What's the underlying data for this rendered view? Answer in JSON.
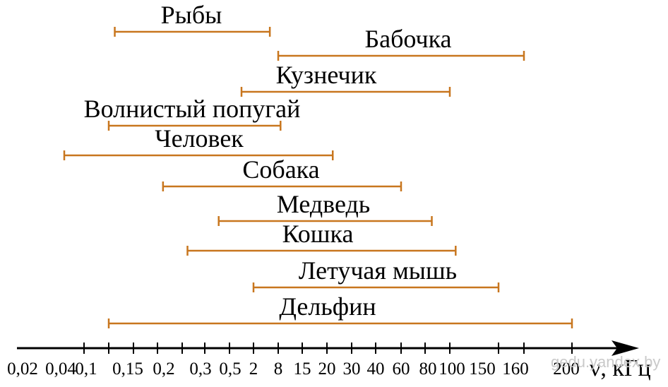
{
  "chart_data": {
    "type": "range-bar",
    "axis_label": "ν, кГц",
    "colors": {
      "range": "#c8761e",
      "axis": "#000000"
    },
    "ticks": [
      {
        "label": "0,02",
        "value": 0.02
      },
      {
        "label": "0,04",
        "value": 0.04
      },
      {
        "label": "0,1",
        "value": 0.1
      },
      {
        "label": "0,15",
        "value": 0.15
      },
      {
        "label": "0,2",
        "value": 0.2
      },
      {
        "label": "0,3",
        "value": 0.3
      },
      {
        "label": "0,5",
        "value": 0.5
      },
      {
        "label": "2",
        "value": 2
      },
      {
        "label": "8",
        "value": 8
      },
      {
        "label": "15",
        "value": 15
      },
      {
        "label": "20",
        "value": 20
      },
      {
        "label": "30",
        "value": 30
      },
      {
        "label": "40",
        "value": 40
      },
      {
        "label": "60",
        "value": 60
      },
      {
        "label": "80",
        "value": 80
      },
      {
        "label": "100",
        "value": 100
      },
      {
        "label": "150",
        "value": 150
      },
      {
        "label": "160",
        "value": 160
      },
      {
        "label": "200",
        "value": 200
      }
    ],
    "ranges": [
      {
        "name": "Рыбы",
        "min": 0.05,
        "max": 5
      },
      {
        "name": "Бабочка",
        "min": 8,
        "max": 160
      },
      {
        "name": "Кузнечик",
        "min": 1,
        "max": 100
      },
      {
        "name": "Волнистый попугай",
        "min": 0.04,
        "max": 8.5
      },
      {
        "name": "Человек",
        "min": 0.02,
        "max": 22
      },
      {
        "name": "Собака",
        "min": 0.16,
        "max": 60
      },
      {
        "name": "Медведь",
        "min": 0.4,
        "max": 85
      },
      {
        "name": "Кошка",
        "min": 0.22,
        "max": 105
      },
      {
        "name": "Летучая мышь",
        "min": 2,
        "max": 150
      },
      {
        "name": "Дельфин",
        "min": 0.04,
        "max": 200
      }
    ]
  },
  "watermark": "gedu.yandex.by"
}
